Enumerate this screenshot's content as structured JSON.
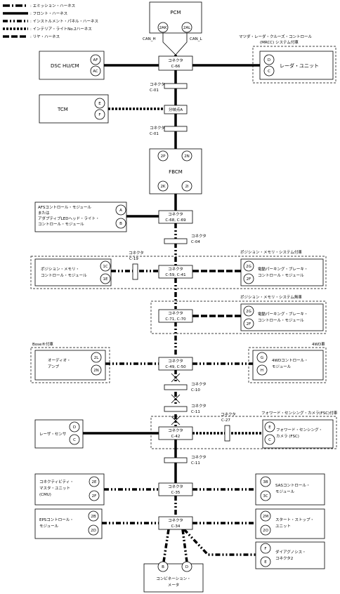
{
  "legend": [
    {
      "label": ": エミッション・ハーネス",
      "style": "w-em"
    },
    {
      "label": ": フロント・ハーネス",
      "style": "w-fr"
    },
    {
      "label": ": インストルメント・パネル・ハーネス",
      "style": "w-ip"
    },
    {
      "label": ": インテリア・ライトNo.2ハーネス",
      "style": "w-in"
    },
    {
      "label": ": リヤ・ハーネス",
      "style": "w-rr"
    }
  ],
  "modules": {
    "pcm": {
      "name": "PCM",
      "pins": [
        "2AK",
        "2AL"
      ],
      "can_h": "CAN_H",
      "can_l": "CAN_L"
    },
    "dsc": {
      "name": "DSC HU/CM",
      "pins": [
        "AF",
        "AC"
      ]
    },
    "radar": {
      "name": "レーダ・ユニット",
      "pins": [
        "D",
        "C"
      ],
      "note1": "マツダ・レーダ・クルーズ・コントロール",
      "note2": "(MRCC) システム付車"
    },
    "tcm": {
      "name": "TCM",
      "pins": [
        "E",
        "F"
      ]
    },
    "fbcm": {
      "name": "FBCM",
      "pins": [
        "2P",
        "2N",
        "2K",
        "2I"
      ]
    },
    "afs": {
      "lines": [
        "AFSコントロール・モジュール",
        "または",
        "アダプティブLEDヘッド・ライト・",
        "コントロール・モジュール"
      ],
      "pins": [
        "A",
        "B"
      ]
    },
    "pos_mem": {
      "lines": [
        "ポジション・メモリ・",
        "コントロール・モジュール"
      ],
      "pins": [
        "1C",
        "1E"
      ]
    },
    "epb1": {
      "lines": [
        "電動パーキング・ブレーキ・",
        "コントロール・モジュール"
      ],
      "pins": [
        "2G",
        "2F"
      ],
      "note": "ポジション・メモリ・システム付車"
    },
    "epb2": {
      "lines": [
        "電動パーキング・ブレーキ・",
        "コントロール・モジュール"
      ],
      "pins": [
        "2G",
        "2F"
      ],
      "note": "ポジション・メモリ・システム無車"
    },
    "audio": {
      "lines": [
        "オーディオ・",
        "アンプ"
      ],
      "pins": [
        "2L",
        "2N"
      ],
      "note": "Bose®付車"
    },
    "awd": {
      "lines": [
        "4WDコントロール・",
        "モジュール"
      ],
      "pins": [
        "G",
        "H"
      ],
      "note": "4WD車"
    },
    "laser": {
      "name": "レーザ・センサ",
      "pins": [
        "D",
        "C"
      ]
    },
    "fsc": {
      "lines": [
        "フォワード・センシング・",
        "カメラ (FSC)"
      ],
      "pins": [
        "E",
        "C"
      ],
      "note": "フォワード・センシング・カメラ(FSC)付車"
    },
    "cmu": {
      "lines": [
        "コネクティビティ・",
        "マスタ・ユニット",
        "(CMU)"
      ],
      "pins": [
        "2E",
        "2F"
      ]
    },
    "sas": {
      "lines": [
        "SASコントロール・",
        "モジュール"
      ],
      "pins": [
        "3B",
        "3C"
      ]
    },
    "eps": {
      "lines": [
        "EPSコントロール・",
        "モジュール"
      ],
      "pins": [
        "2B",
        "2D"
      ]
    },
    "startstop": {
      "lines": [
        "スタート・ストップ・",
        "ユニット"
      ],
      "pins": [
        "2M",
        "2O"
      ]
    },
    "dlc": {
      "lines": [
        "ダイアグノシス・",
        "コネクタ2"
      ],
      "pins": [
        "F",
        "E"
      ]
    },
    "combi": {
      "lines": [
        "コンビネーション・",
        "メータ"
      ],
      "pins": [
        "B",
        "D"
      ]
    }
  },
  "connectors": {
    "c66": {
      "top": "コネクタ",
      "bottom": "C-66"
    },
    "c01a": {
      "top": "コネクタ",
      "bottom": "C-01"
    },
    "branch": {
      "label": "分岐点A"
    },
    "c01b": {
      "top": "コネクタ",
      "bottom": "C-01"
    },
    "c68": {
      "top": "コネクタ",
      "bottom": "C-68, C-69"
    },
    "c04": {
      "top": "コネクタ",
      "bottom": "C-04"
    },
    "c19": {
      "top": "コネクタ",
      "bottom": "C-19"
    },
    "c59": {
      "top": "コネクタ",
      "bottom": "C-59, C-41"
    },
    "c71": {
      "top": "コネクタ",
      "bottom": "C-71, C-70"
    },
    "c49": {
      "top": "コネクタ",
      "bottom": "C-49, C-50"
    },
    "c10": {
      "top": "コネクタ",
      "bottom": "C-10"
    },
    "c11a": {
      "top": "コネクタ",
      "bottom": "C-11"
    },
    "c27": {
      "top": "コネクタ",
      "bottom": "C-27"
    },
    "c42": {
      "top": "コネクタ",
      "bottom": "C-42"
    },
    "c11b": {
      "top": "コネクタ",
      "bottom": "C-11"
    },
    "c35": {
      "top": "コネクタ",
      "bottom": "C-35"
    },
    "c34": {
      "top": "コネクタ",
      "bottom": "C-34"
    }
  }
}
